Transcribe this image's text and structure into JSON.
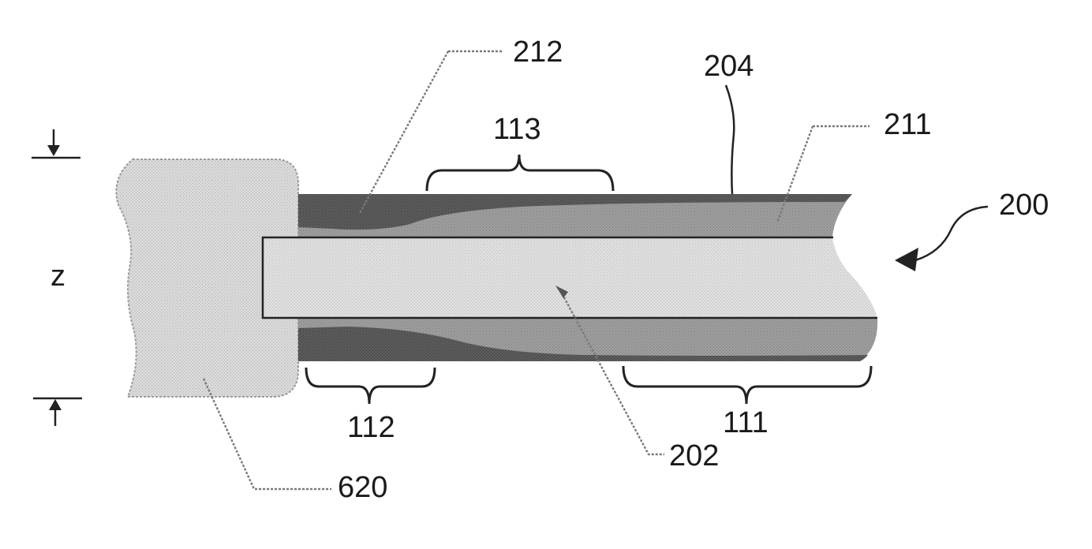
{
  "figure": {
    "labels": {
      "l212": "212",
      "l204": "204",
      "l113": "113",
      "l211": "211",
      "l200": "200",
      "lz": "z",
      "l112": "112",
      "l111": "111",
      "l202": "202",
      "l620": "620"
    },
    "colors": {
      "background": "#ffffff",
      "block_620": "#d6d6d6",
      "core_202": "#dcdcdc",
      "layer_dark": "#5c5c5c",
      "layer_mid": "#9a9a9a",
      "leader_line": "#7a7a7a",
      "ink": "#222222"
    }
  }
}
